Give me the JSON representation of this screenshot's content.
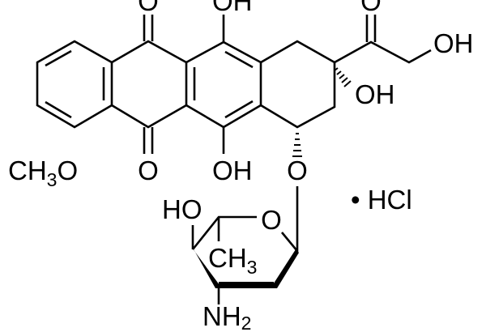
{
  "molecule": {
    "labels": {
      "o_top_left": "O",
      "oh_top": "OH",
      "o_top_right": "O",
      "oh_side_chain": "OH",
      "oh_c9": "OH",
      "methoxy_ch": "CH",
      "methoxy_sub": "3",
      "methoxy_o": "O",
      "o_bottom": "O",
      "oh_bottom": "OH",
      "o_glycosidic": "O",
      "o_ring": "O",
      "ho_sugar": "HO",
      "methyl_ch": "CH",
      "methyl_sub": "3",
      "amine_nh": "NH",
      "amine_sub": "2",
      "salt": "• HCl"
    },
    "colors": {
      "ink": "#000000",
      "background": "#ffffff"
    }
  }
}
